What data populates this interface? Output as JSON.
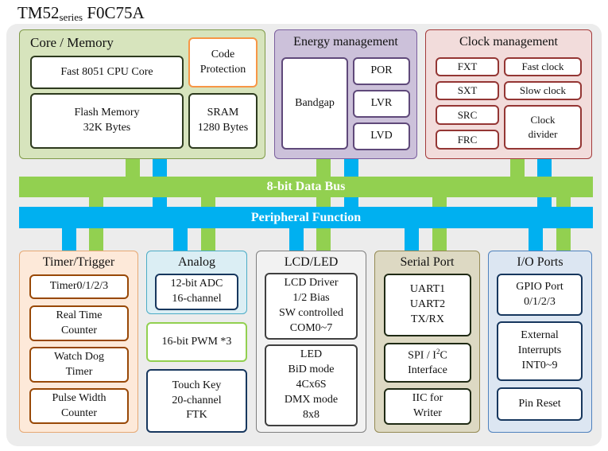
{
  "title": {
    "main": "TM52",
    "sub": "series",
    "part": "F0C75A"
  },
  "bus": {
    "data": "8-bit Data Bus",
    "peripheral": "Peripheral Function"
  },
  "core": {
    "heading": "Core / Memory",
    "cpu": "Fast 8051 CPU Core",
    "code_protection": "Code\nProtection",
    "flash": "Flash Memory\n32K Bytes",
    "sram": "SRAM\n1280 Bytes"
  },
  "energy": {
    "heading": "Energy management",
    "bandgap": "Bandgap",
    "por": "POR",
    "lvr": "LVR",
    "lvd": "LVD"
  },
  "clock": {
    "heading": "Clock management",
    "fxt": "FXT",
    "sxt": "SXT",
    "src": "SRC",
    "frc": "FRC",
    "fast": "Fast clock",
    "slow": "Slow clock",
    "divider": "Clock\ndivider"
  },
  "timer": {
    "heading": "Timer/Trigger",
    "t0123": "Timer0/1/2/3",
    "rtc": "Real Time\nCounter",
    "wdt": "Watch Dog\nTimer",
    "pwc": "Pulse Width\nCounter"
  },
  "analog": {
    "heading": "Analog",
    "adc": "12-bit ADC\n16-channel",
    "pwm": "16-bit PWM *3",
    "touch": "Touch Key\n20-channel\nFTK"
  },
  "lcd": {
    "heading": "LCD/LED",
    "driver": "LCD Driver\n1/2 Bias\nSW controlled\nCOM0~7",
    "led": "LED\nBiD mode\n4Cx6S\nDMX mode\n8x8"
  },
  "serial": {
    "heading": "Serial Port",
    "uart": "UART1\nUART2\nTX/RX",
    "spi_a": "SPI / I",
    "spi_sup": "2",
    "spi_b": "C\nInterface",
    "iic": "IIC for\nWriter"
  },
  "io": {
    "heading": "I/O Ports",
    "gpio": "GPIO Port\n0/1/2/3",
    "ext": "External\nInterrupts\nINT0~9",
    "reset": "Pin Reset"
  },
  "colors": {
    "green": "#92d050",
    "blue": "#00b0f0",
    "core_bg": "#d7e4bd",
    "energy_bg": "#ccc1da",
    "clock_bg": "#f2dcdb",
    "timer_bg": "#fde9d9",
    "analog_bg": "#dbeef4",
    "lcd_bg": "#f2f2f2",
    "serial_bg": "#ddd9c3",
    "io_bg": "#dce6f2"
  }
}
